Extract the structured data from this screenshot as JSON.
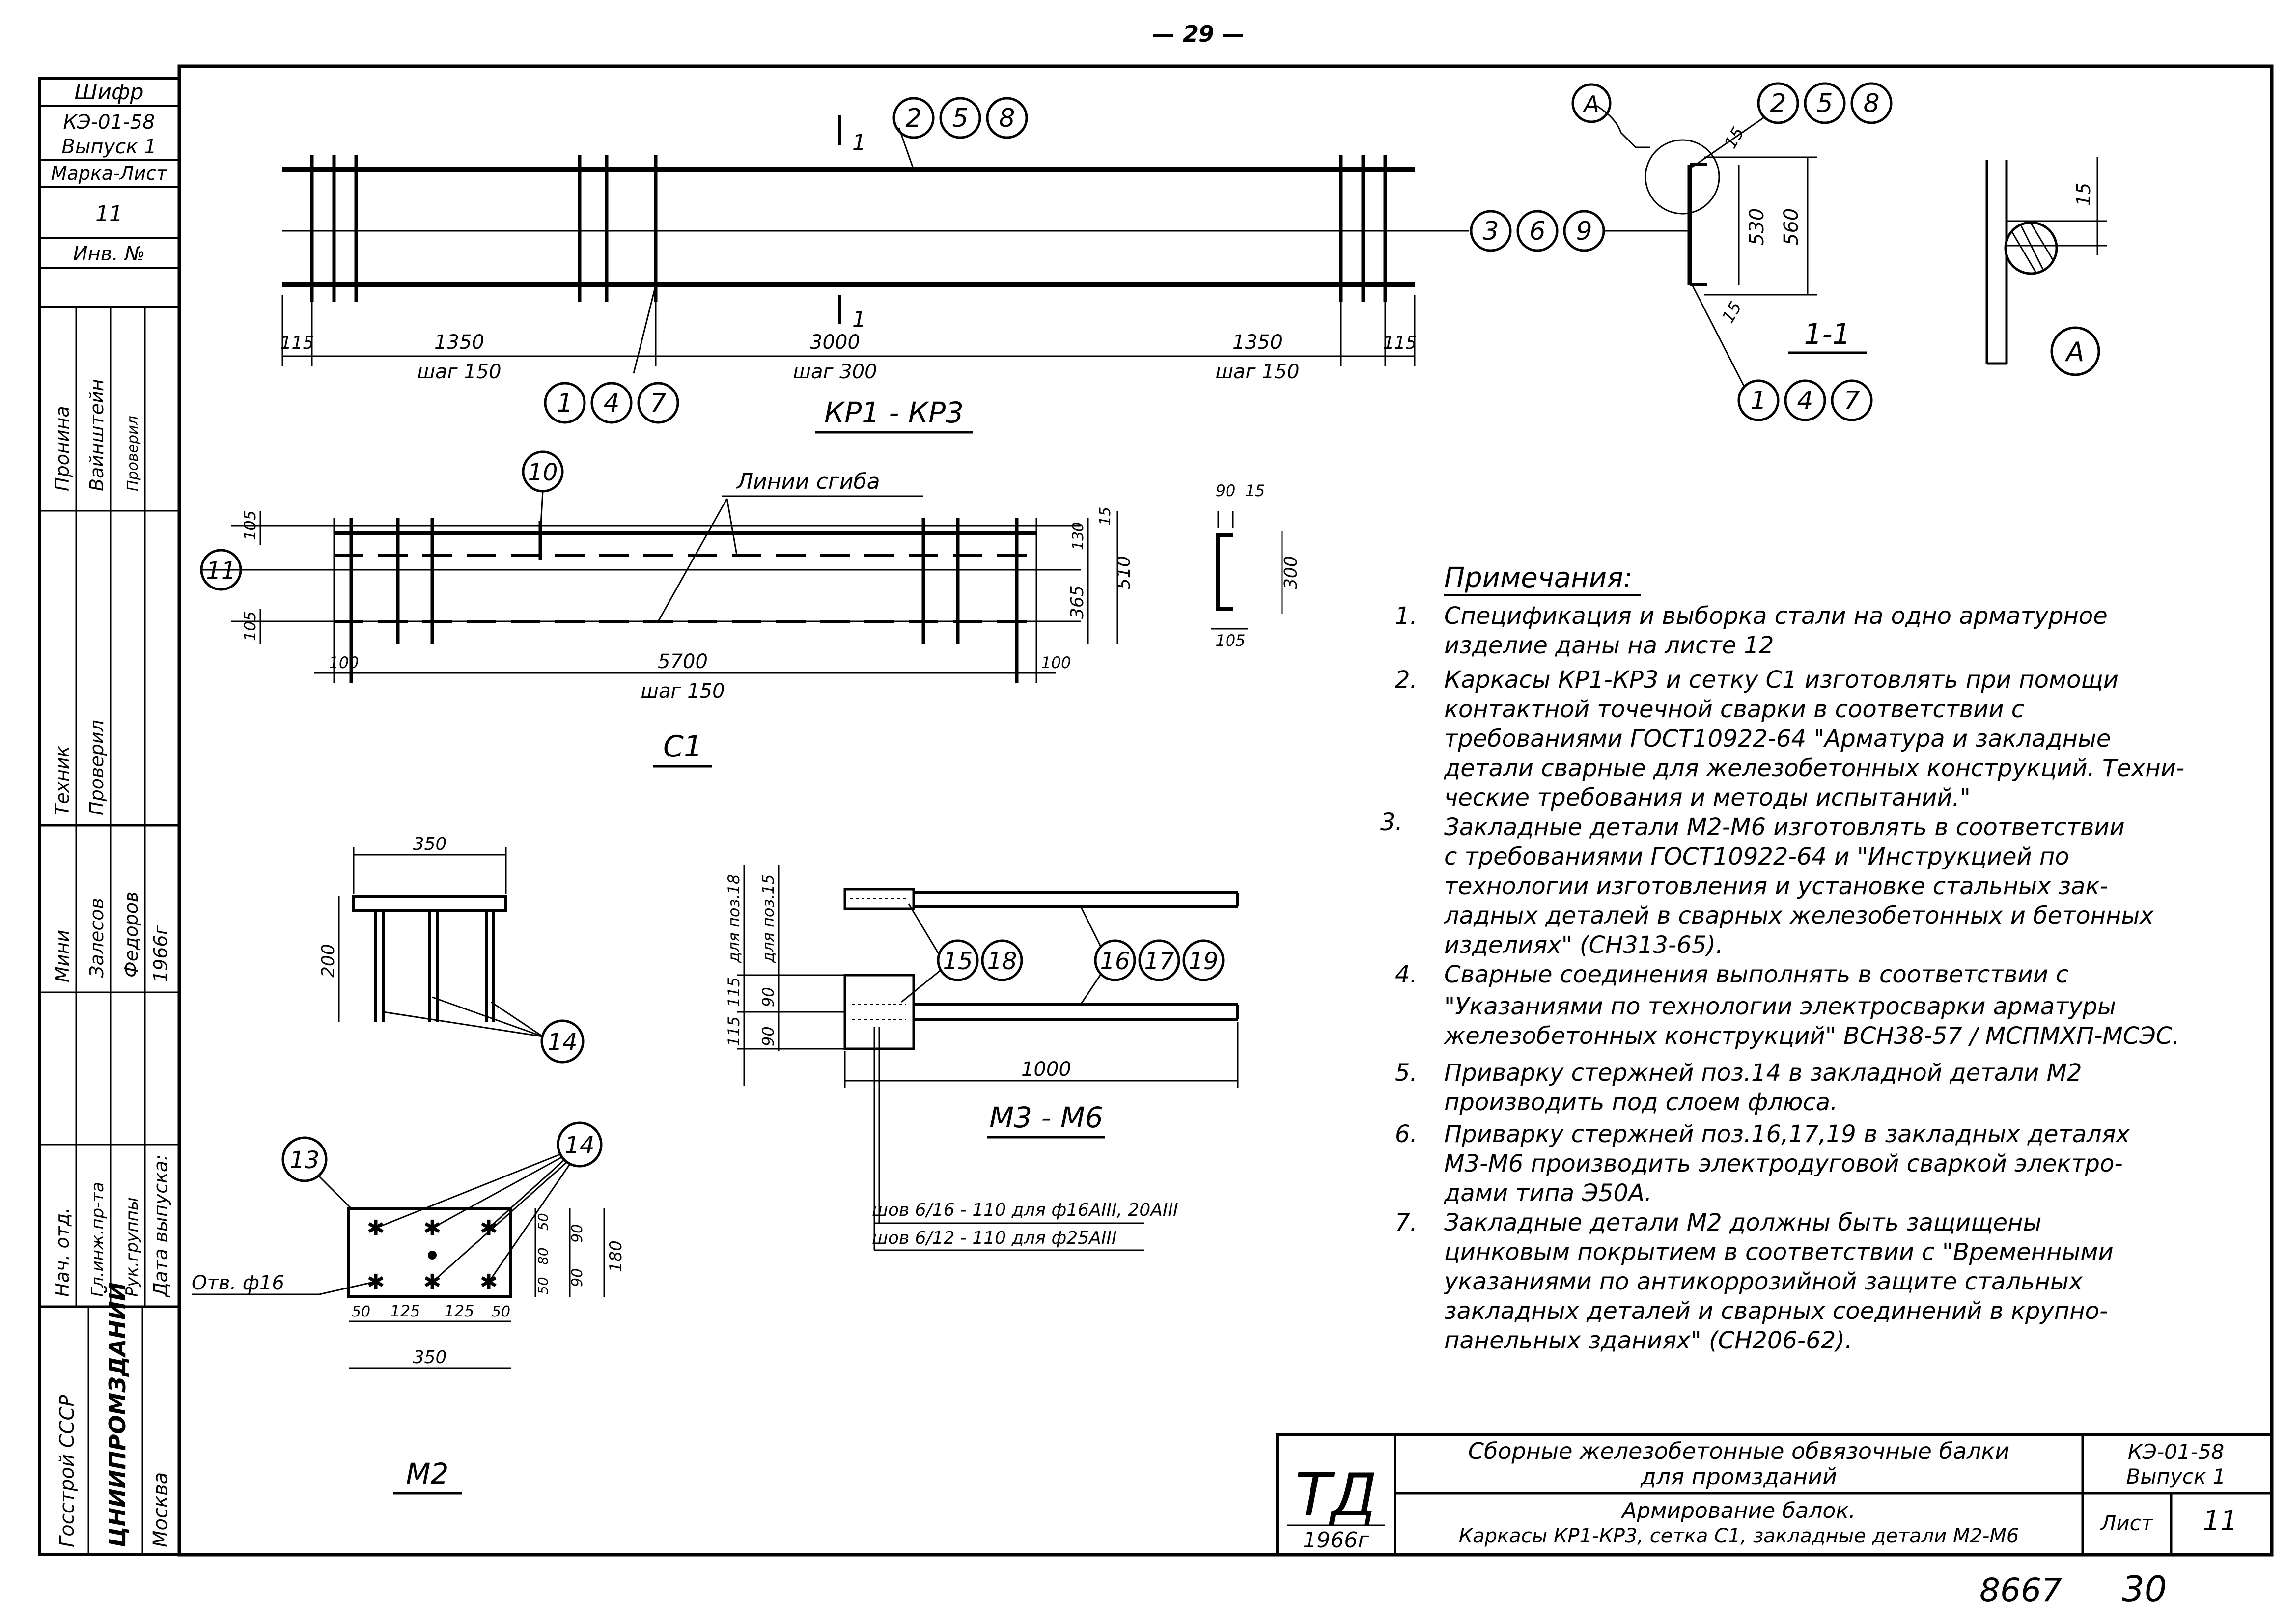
{
  "page_number": "— 29 —",
  "stamp_number": "8667",
  "scan_page": "30",
  "side_stamp": {
    "cipher_label": "Шифр",
    "cipher": "КЭ-01-58",
    "issue": "Выпуск 1",
    "mark_sheet_label": "Марка-Лист",
    "mark_sheet": "11",
    "inv_label": "Инв. №",
    "roles": [
      "Техник",
      "Проверил",
      "Нач. отд.",
      "Гл.инж.пр-та",
      "Рук.группы"
    ],
    "names": [
      "Пронина",
      "Вайнштейн",
      "Проверил",
      "Залесов",
      "Федоров"
    ],
    "org_top": "Госстрой СССР",
    "org": "ЦНИИПРОМЗДАНИЙ",
    "city": "Москва",
    "mini_label": "Мини",
    "year": "1966г",
    "date_label": "Дата выпуска:"
  },
  "views": {
    "kr": {
      "title": "КР1 - КР3",
      "section_mark": "1",
      "callout_top": [
        "2",
        "5",
        "8"
      ],
      "callout_bottom": [
        "1",
        "4",
        "7"
      ],
      "callout_right": [
        "3",
        "6",
        "9"
      ],
      "dims": [
        "115",
        "1350",
        "3000",
        "1350",
        "115"
      ],
      "steps": [
        "шаг 150",
        "шаг 300",
        "шаг 150"
      ]
    },
    "section_1_1": {
      "title": "1-1",
      "callout_a": "А",
      "callout_top": [
        "2",
        "5",
        "8"
      ],
      "callout_bottom": [
        "1",
        "4",
        "7"
      ],
      "dims": [
        "15",
        "530",
        "560",
        "15"
      ]
    },
    "detail_a": {
      "label": "А",
      "dim": "15"
    },
    "c1": {
      "title": "С1",
      "bend_label": "Линии сгиба",
      "callout_top": "10",
      "callout_left": "11",
      "dims": [
        "105",
        "105",
        "5700",
        "100",
        "100",
        "15",
        "130",
        "365",
        "510"
      ],
      "step": "шаг 150"
    },
    "c1_section": {
      "dims": [
        "90",
        "15",
        "300",
        "105"
      ]
    },
    "m2_elev": {
      "dims": [
        "350",
        "200"
      ],
      "callout": "14"
    },
    "m2": {
      "title": "М2",
      "callout_left": "13",
      "callout_right": "14",
      "hole_label": "Отв. ф16",
      "dims_bottom": [
        "50",
        "125",
        "125",
        "50"
      ],
      "total": "350",
      "dims_right": [
        "50",
        "80",
        "50"
      ],
      "dims_right2": [
        "90",
        "90"
      ],
      "height": "180"
    },
    "m3": {
      "title": "М3 - М6",
      "callout_left": [
        "15",
        "18"
      ],
      "callout_right": [
        "16",
        "17",
        "19"
      ],
      "vert_labels": [
        "для поз.18",
        "для поз.15"
      ],
      "dims_left": [
        "115",
        "115",
        "90",
        "90"
      ],
      "length": "1000",
      "weld_1": "шов 6/16 - 110 для ф16АIII, 20АIII",
      "weld_2": "шов 6/12 - 110 для ф25АIII"
    }
  },
  "notes": {
    "title": "Примечания:",
    "items": [
      {
        "num": "1.",
        "lines": [
          "Спецификация и выборка стали на одно арматурное",
          "изделие даны на листе 12"
        ]
      },
      {
        "num": "2.",
        "lines": [
          "Каркасы КР1-КР3 и сетку С1 изготовлять при помощи",
          "контактной точечной сварки в соответствии с",
          "требованиями ГОСТ10922-64 \"Арматура и закладные",
          "детали сварные для железобетонных конструкций. Техни-",
          "ческие требования и методы испытаний.\""
        ]
      },
      {
        "num": "3.",
        "lines": [
          "Закладные детали М2-М6 изготовлять в соответствии",
          "с требованиями ГОСТ10922-64 и \"Инструкцией по",
          "технологии изготовления и установке стальных зак-",
          "ладных деталей в сварных железобетонных и бетонных",
          "изделиях\" (СН313-65)."
        ]
      },
      {
        "num": "4.",
        "lines": [
          "Сварные соединения выполнять в соответствии с",
          "\"Указаниями по технологии электросварки арматуры",
          "железобетонных конструкций\" ВСН38-57 / МСПМХП-МСЭС."
        ]
      },
      {
        "num": "5.",
        "lines": [
          "Приварку стержней поз.14 в закладной детали М2",
          "производить под слоем флюса."
        ]
      },
      {
        "num": "6.",
        "lines": [
          "Приварку стержней поз.16,17,19 в закладных деталях",
          "М3-М6 производить электродуговой сваркой электро-",
          "дами типа Э50А."
        ]
      },
      {
        "num": "7.",
        "lines": [
          "Закладные детали М2 должны быть защищены",
          "цинковым покрытием в соответствии с \"Временными",
          "указаниями по антикоррозийной защите стальных",
          "закладных деталей и сварных соединений в крупно-",
          "панельных зданиях\" (СН206-62)."
        ]
      }
    ]
  },
  "title_block": {
    "logo": "ТД",
    "year": "1966г",
    "title_1": "Сборные железобетонные обвязочные балки",
    "title_2": "для промзданий",
    "subtitle_1": "Армирование балок.",
    "subtitle_2": "Каркасы КР1-КР3, сетка С1, закладные детали М2-М6",
    "code": "КЭ-01-58",
    "issue": "Выпуск 1",
    "sheet_label": "Лист",
    "sheet": "11"
  }
}
